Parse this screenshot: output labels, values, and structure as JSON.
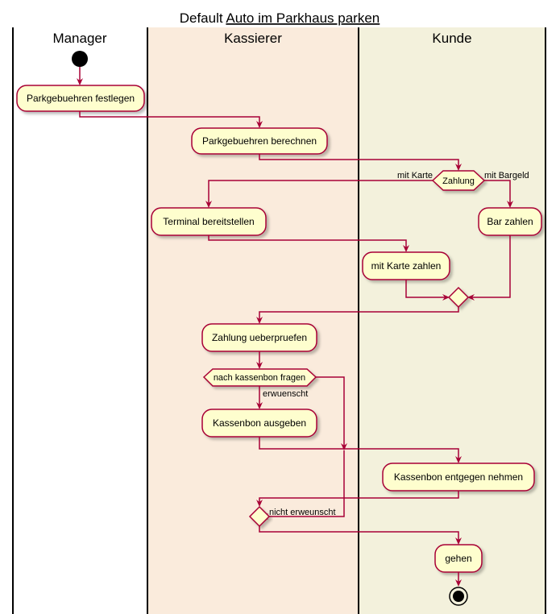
{
  "diagram": {
    "title_prefix": "Default ",
    "title_link": "Auto im Parkhaus parken",
    "lanes": [
      {
        "name": "Manager",
        "color": "#ffffff"
      },
      {
        "name": "Kassierer",
        "color": "#FAEBDC"
      },
      {
        "name": "Kunde",
        "color": "#F3F1DC"
      }
    ],
    "activities": {
      "fees_set": "Parkgebuehren festlegen",
      "fees_calc": "Parkgebuehren berechnen",
      "terminal": "Terminal bereitstellen",
      "pay_cash": "Bar zahlen",
      "pay_card": "mit Karte zahlen",
      "check_payment": "Zahlung ueberpruefen",
      "receipt_issue": "Kassenbon ausgeben",
      "receipt_take": "Kassenbon entgegen nehmen",
      "leave": "gehen"
    },
    "decisions": {
      "payment": "Zahlung",
      "receipt_ask": "nach kassenbon fragen"
    },
    "edge_labels": {
      "card": "mit Karte",
      "cash": "mit Bargeld",
      "wanted": "erwuenscht",
      "not_wanted": "nicht erweunscht"
    }
  }
}
